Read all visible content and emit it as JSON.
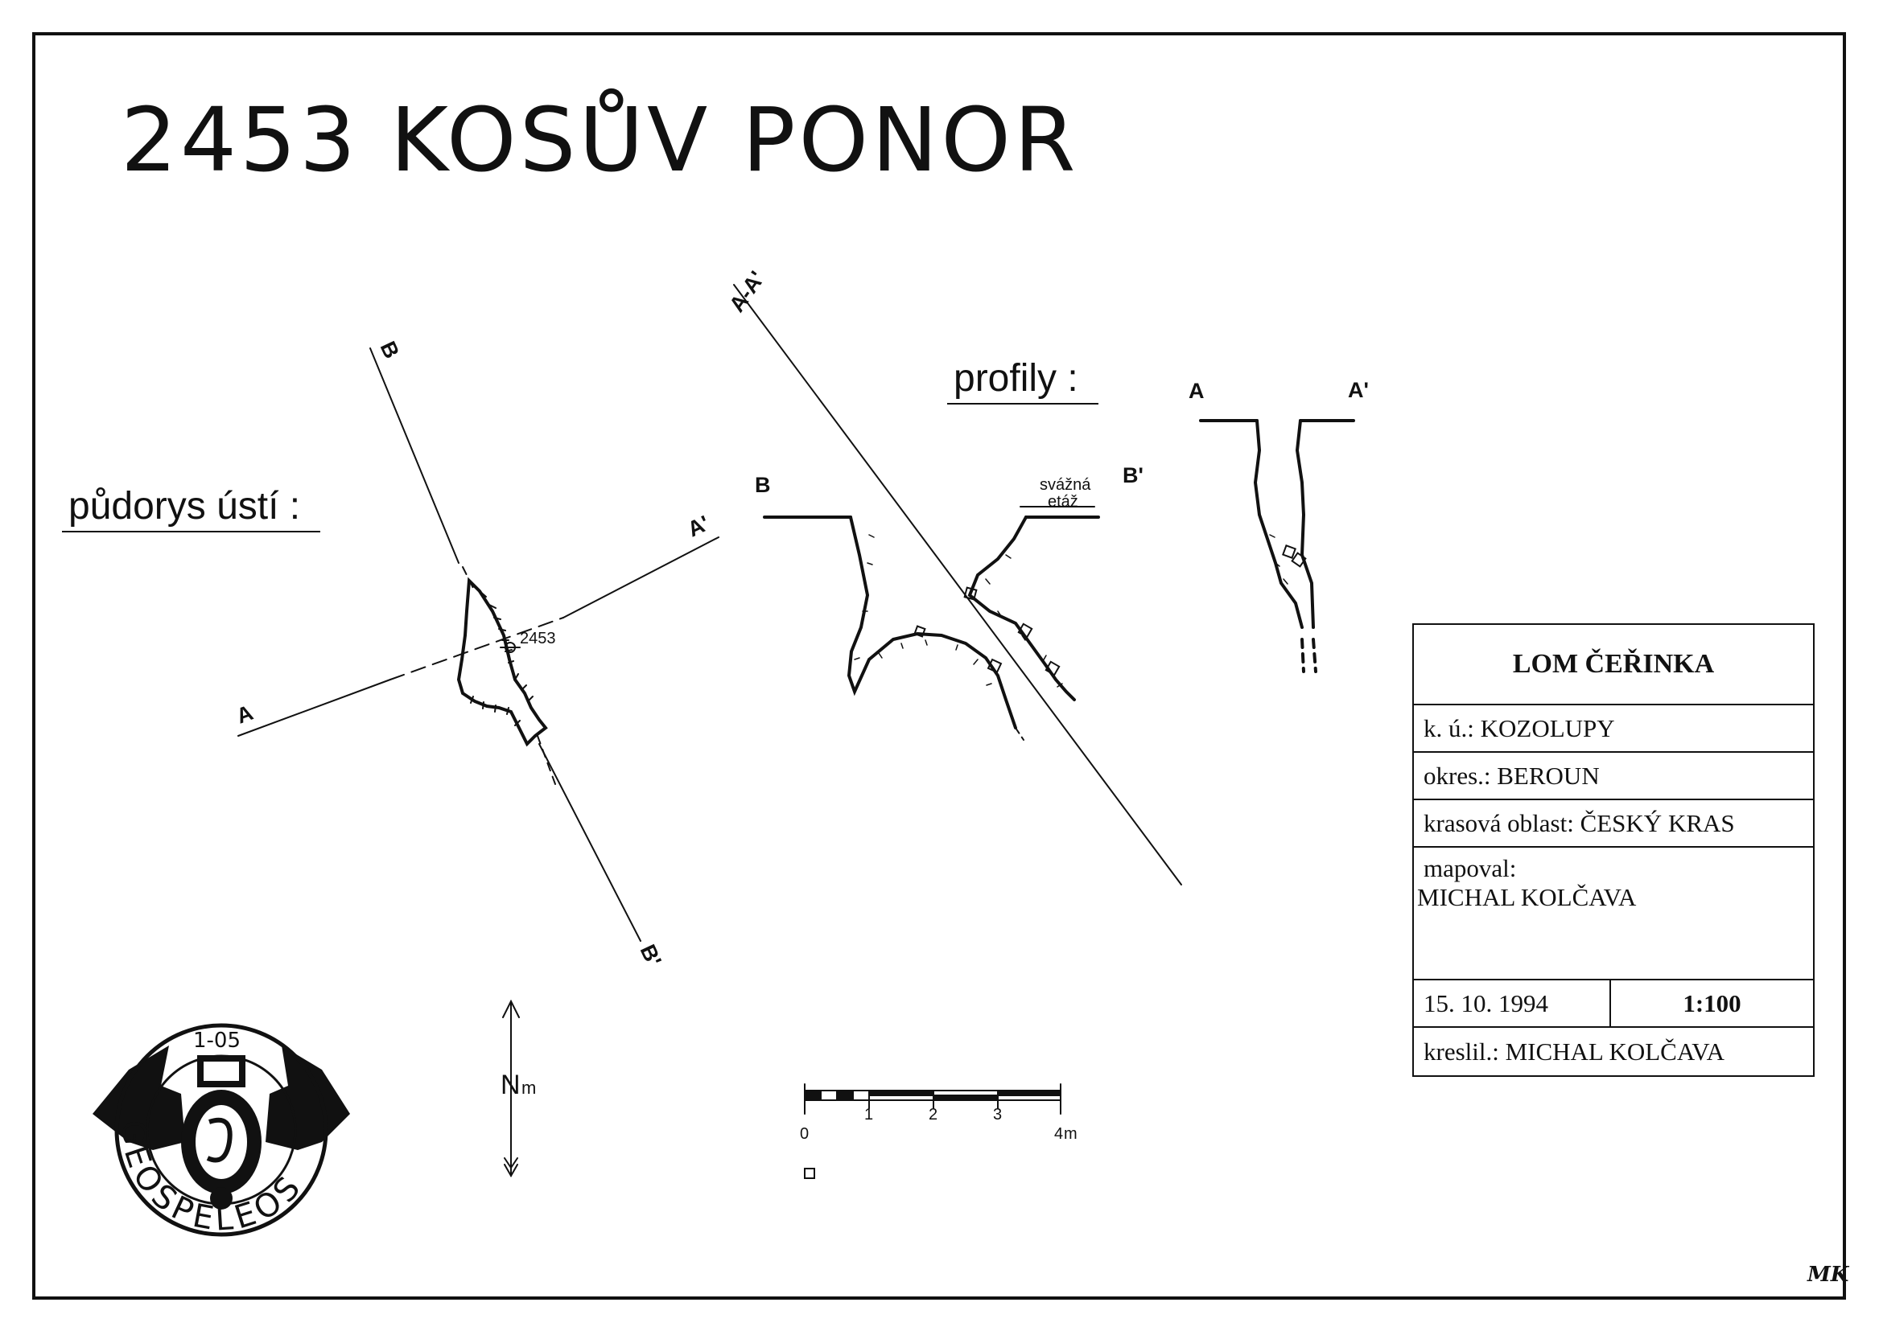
{
  "title": "2453  KOSŮV  PONOR",
  "headings": {
    "plan": "půdorys ústí :",
    "profiles": "profily :"
  },
  "plan_view": {
    "line_a_start": "A",
    "line_a_end": "A'",
    "line_b_start": "B",
    "line_b_end": "B'",
    "point_label": "2453"
  },
  "profile_b": {
    "left_label": "B",
    "right_label": "B'",
    "note_line1": "svážná",
    "note_line2": "etáž",
    "section_line_label": "A-A'"
  },
  "profile_a": {
    "left_label": "A",
    "right_label": "A'"
  },
  "north_arrow": {
    "label": "N",
    "sub": "m"
  },
  "scale_bar": {
    "ticks": [
      "0",
      "1",
      "2",
      "3",
      "4"
    ],
    "unit": "m"
  },
  "logo": {
    "number": "1-05",
    "ring_text": "GEOSPELEOS"
  },
  "info_table": {
    "location": "LOM ČEŘINKA",
    "cadastral": "k. ú.: KOZOLUPY",
    "district": "okres.: BEROUN",
    "karst_area": "krasová oblast: ČESKÝ KRAS",
    "mapped_by_label": "mapoval:",
    "mapped_by": "MICHAL KOLČAVA",
    "date": "15. 10. 1994",
    "scale": "1:100",
    "drawn_by": "kreslil.: MICHAL KOLČAVA"
  },
  "signature": "MK",
  "colors": {
    "ink": "#111111",
    "paper": "#ffffff"
  }
}
